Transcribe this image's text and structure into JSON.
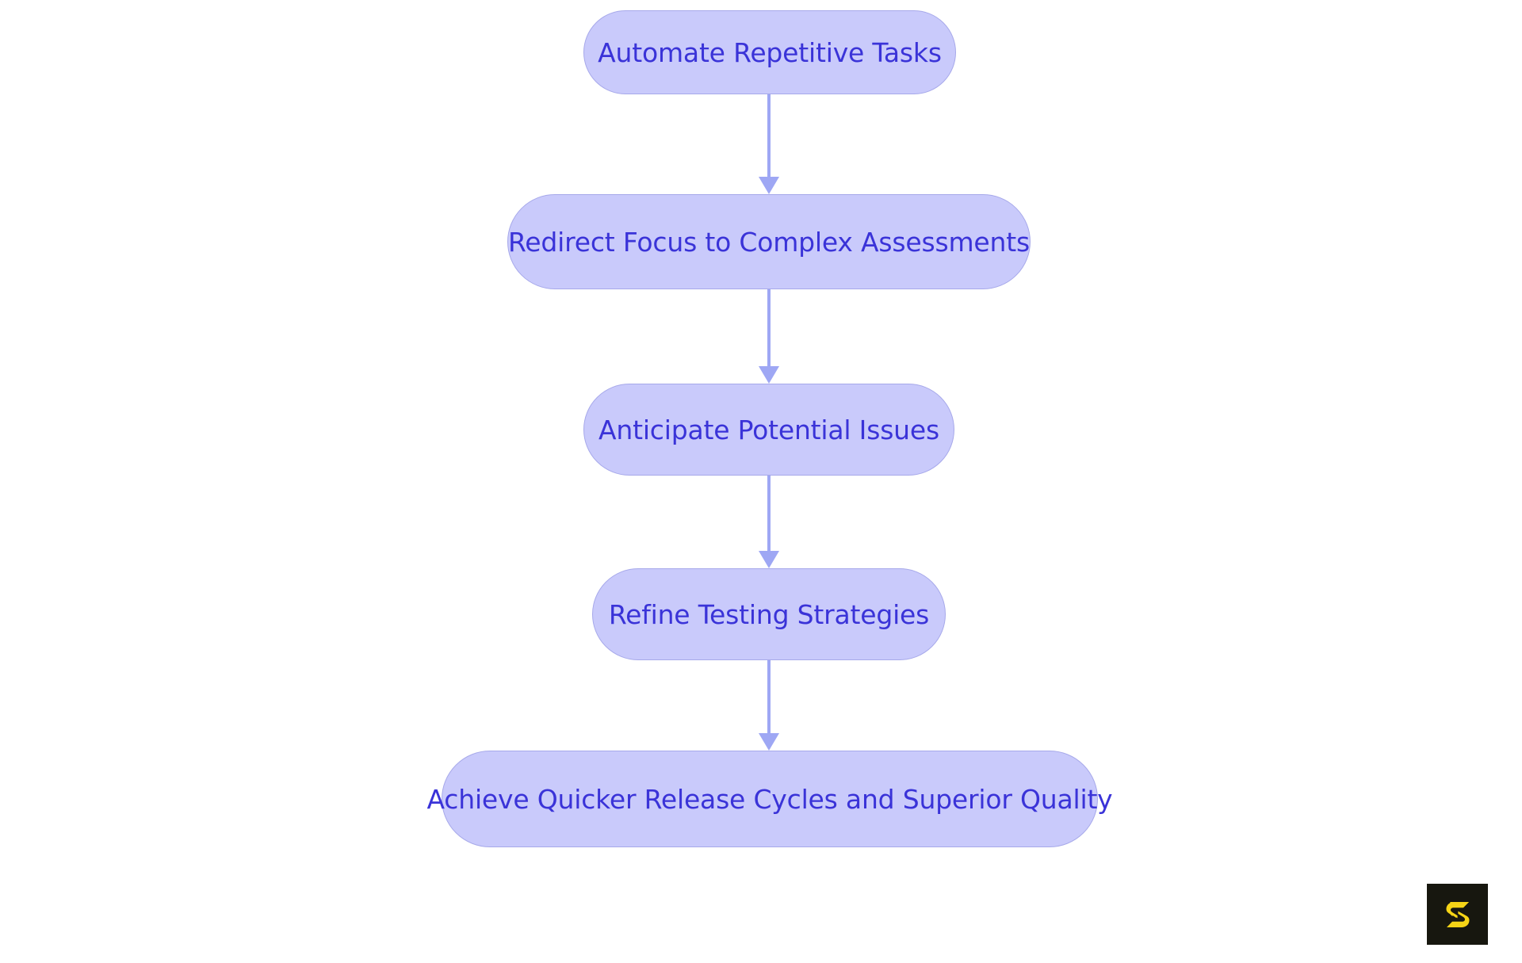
{
  "diagram": {
    "type": "flowchart",
    "orientation": "top-to-bottom",
    "title": "",
    "background_color": "#ffffff",
    "node_fill_color": "#c9cafb",
    "node_border_color": "#a7a9ea",
    "node_text_color": "#3a33d8",
    "arrow_color": "#9ea7f4",
    "nodes": [
      {
        "id": "node-0",
        "label": "Automate Repetitive Tasks"
      },
      {
        "id": "node-1",
        "label": "Redirect Focus to Complex Assessments"
      },
      {
        "id": "node-2",
        "label": "Anticipate Potential Issues"
      },
      {
        "id": "node-3",
        "label": "Refine Testing Strategies"
      },
      {
        "id": "node-4",
        "label": "Achieve Quicker Release Cycles and Superior Quality"
      }
    ],
    "edges": [
      {
        "id": "arrow-0",
        "from": "node-0",
        "to": "node-1",
        "label": "",
        "marker": "arrowhead-down"
      },
      {
        "id": "arrow-1",
        "from": "node-1",
        "to": "node-2",
        "label": "",
        "marker": "arrowhead-down"
      },
      {
        "id": "arrow-2",
        "from": "node-2",
        "to": "node-3",
        "label": "",
        "marker": "arrowhead-down"
      },
      {
        "id": "arrow-3",
        "from": "node-3",
        "to": "node-4",
        "label": "",
        "marker": "arrowhead-down"
      }
    ]
  },
  "watermark": {
    "name": "brand-logo",
    "glyph": "S",
    "background_color": "#17170f",
    "mark_color": "#f5d416"
  }
}
